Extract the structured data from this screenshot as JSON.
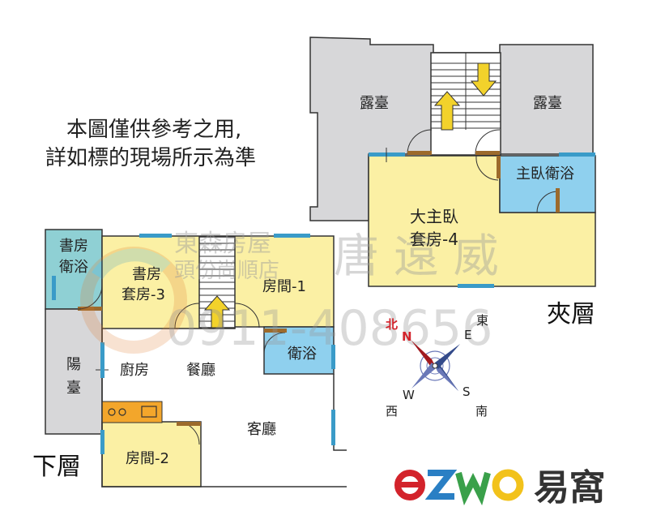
{
  "disclaimer": {
    "line1": "本圖僅供參考之用,",
    "line2": "詳如標的現場所示為準"
  },
  "levels": {
    "upper": "夾層",
    "lower": "下層"
  },
  "upper_rooms": {
    "terrace_left": "露臺",
    "terrace_right": "露臺",
    "master_bath": "主臥衛浴",
    "master_suite_line1": "大主臥",
    "master_suite_line2": "套房-4"
  },
  "lower_rooms": {
    "study_bath_line1": "書房",
    "study_bath_line2": "衛浴",
    "study_line1": "書房",
    "study_line2": "套房-3",
    "room1": "房間-1",
    "balcony_line1": "陽",
    "balcony_line2": "臺",
    "kitchen": "廚房",
    "dining": "餐廳",
    "bath": "衛浴",
    "living": "客廳",
    "room2": "房間-2"
  },
  "compass": {
    "north_cn": "北",
    "north": "N",
    "east_cn": "東",
    "east": "E",
    "west": "W",
    "west_cn": "西",
    "south": "S",
    "south_cn": "南"
  },
  "watermark": {
    "line1": "東森房屋",
    "line2": "頭份尚順店",
    "agent": "唐 遠 威",
    "phone": "0911-408656"
  },
  "brand": {
    "logo": "ezwo",
    "name": "易窩"
  },
  "colors": {
    "terrace": "#d7d7d9",
    "room_yellow": "#fbf0a4",
    "bath_blue": "#8fd0ee",
    "window_blue": "#3a9bc8",
    "door_brown": "#9c6a2c",
    "arrow_yellow": "#f2d22b",
    "stove_orange": "#f3a62b",
    "compass_red": "#d3232b"
  }
}
